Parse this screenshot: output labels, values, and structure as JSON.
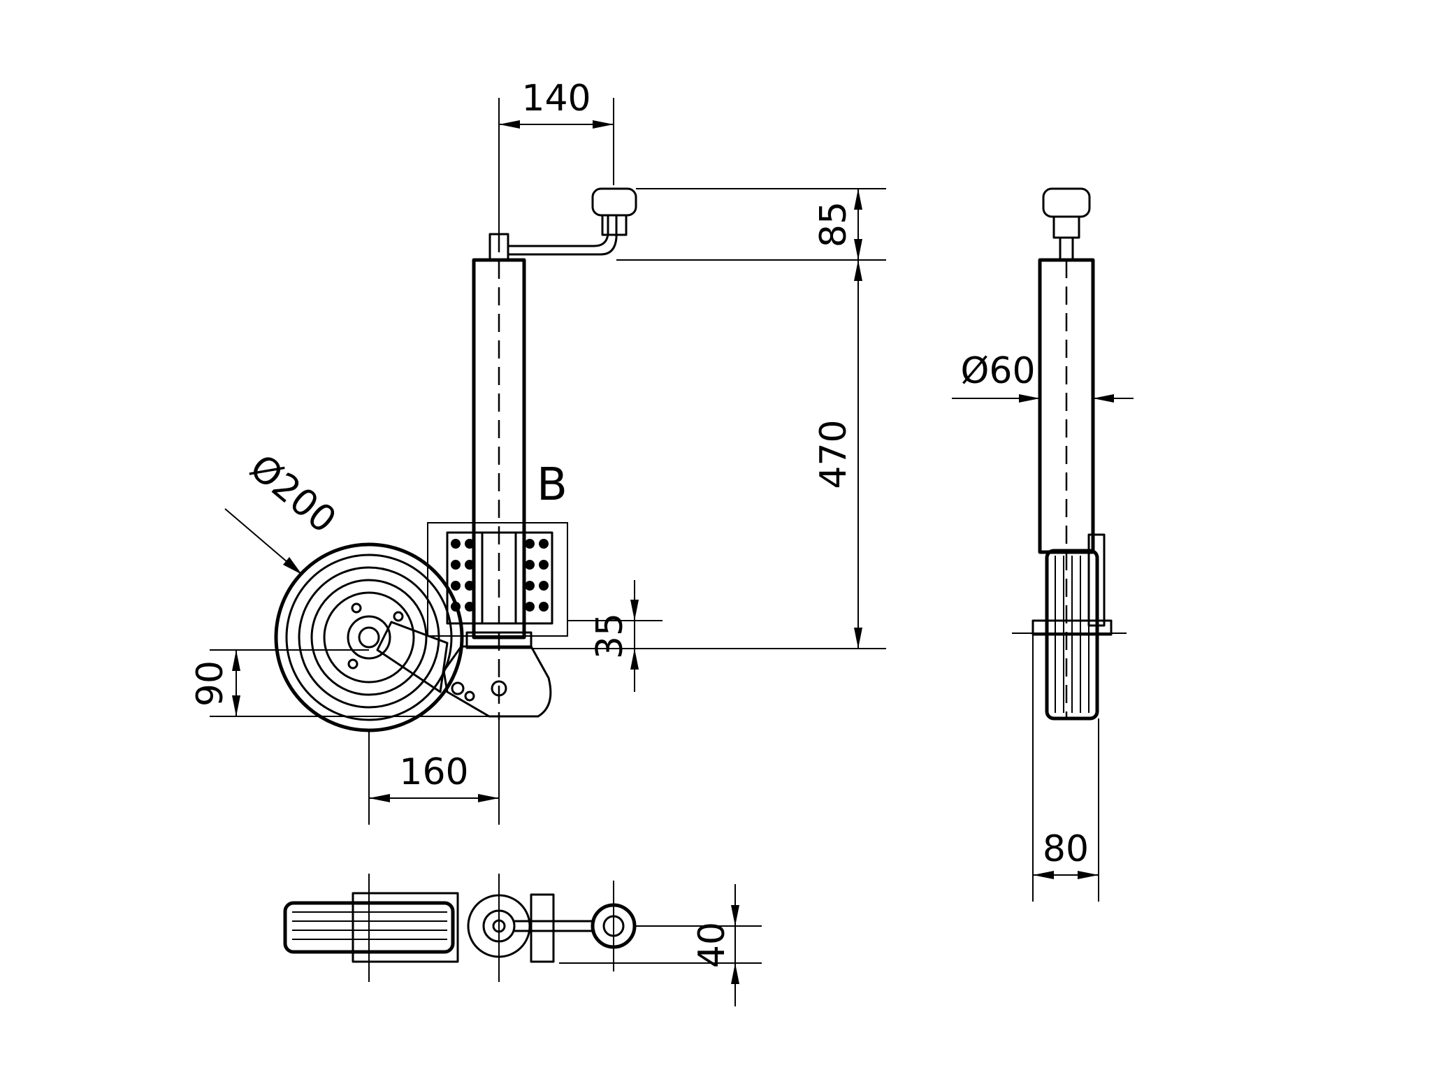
{
  "dimensions": {
    "crank_offset": "140",
    "handle_height": "85",
    "tube_length": "470",
    "tube_diameter": "Ø60",
    "wheel_diameter": "Ø200",
    "flange_height": "35",
    "wheel_axle_height": "90",
    "wheel_offset": "160",
    "wheel_width": "80",
    "bottom_offset": "40"
  },
  "labels": {
    "detail_marker": "B"
  }
}
